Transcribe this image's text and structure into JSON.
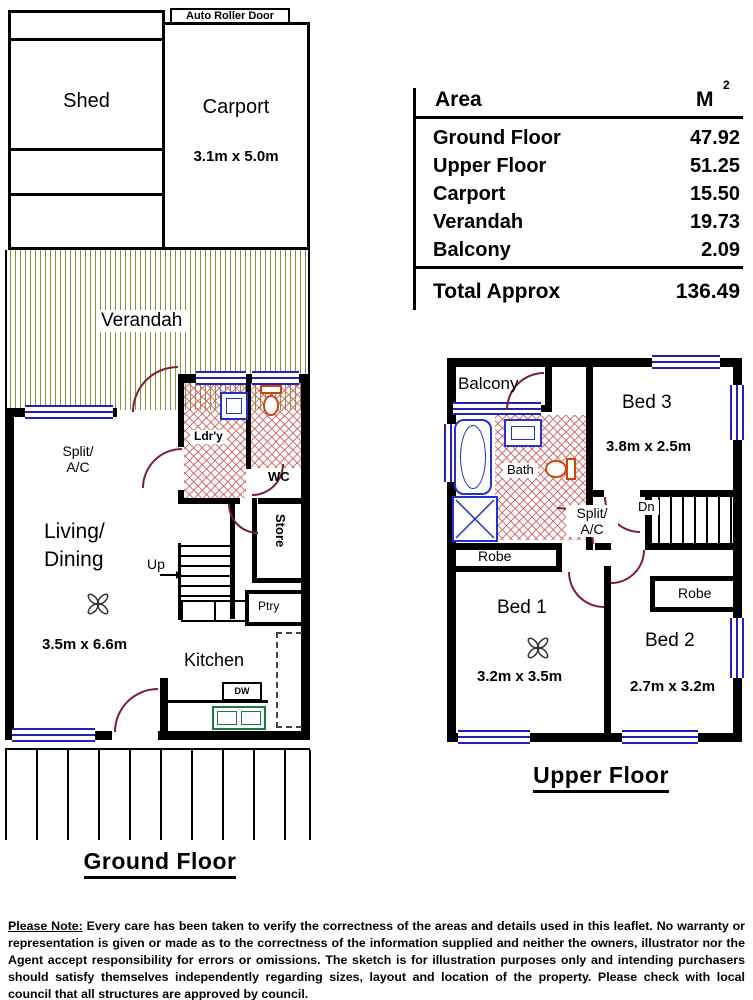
{
  "area_table": {
    "header_area": "Area",
    "header_unit": "M",
    "header_unit_sup": "2",
    "rows": [
      {
        "label": "Ground Floor",
        "value": "47.92"
      },
      {
        "label": "Upper Floor",
        "value": "51.25"
      },
      {
        "label": "Carport",
        "value": "15.50"
      },
      {
        "label": "Verandah",
        "value": "19.73"
      },
      {
        "label": "Balcony",
        "value": "2.09"
      }
    ],
    "total_label": "Total Approx",
    "total_value": "136.49"
  },
  "ground_floor": {
    "title": "Ground Floor",
    "auto_roller_door": "Auto Roller Door",
    "shed": "Shed",
    "carport": "Carport",
    "carport_dims": "3.1m x 5.0m",
    "verandah": "Verandah",
    "split_line1": "Split/",
    "split_line2": "A/C",
    "laundry": "Ldr'y",
    "wc": "WC",
    "living_line1": "Living/",
    "living_line2": "Dining",
    "living_dims": "3.5m x 6.6m",
    "up": "Up",
    "store": "Store",
    "pantry": "Ptry",
    "kitchen": "Kitchen",
    "dishwasher": "DW"
  },
  "upper_floor": {
    "title": "Upper Floor",
    "balcony": "Balcony",
    "bed3": "Bed 3",
    "bed3_dims": "3.8m x 2.5m",
    "bath": "Bath",
    "split_line1": "Split/",
    "split_line2": "A/C",
    "down": "Dn",
    "robe_left": "Robe",
    "robe_right": "Robe",
    "bed1": "Bed 1",
    "bed1_dims": "3.2m x 3.5m",
    "bed2": "Bed 2",
    "bed2_dims": "2.7m x 3.2m"
  },
  "footer": {
    "note_label": "Please Note:",
    "body": " Every care has been taken to verify the correctness of the areas and details used in this leaflet. No warranty or representation is given or made as to the correctness of the information supplied and neither the owners, illustrator nor the Agent accept responsibility for errors or omissions. The sketch is for illustration purposes only and intending purchasers should satisfy themselves independently regarding sizes, layout and location of the property. Please check with local council that all structures are approved by council."
  },
  "colors": {
    "wall": "#000000",
    "window_blue": "#2222bb",
    "door_red": "#7b1f2f",
    "verandah_hatch": "#8f8f3f",
    "wet_area_hatch": "#cd5f5f",
    "toilet_orange": "#cc4411",
    "sink_green": "#1c7a3c"
  }
}
